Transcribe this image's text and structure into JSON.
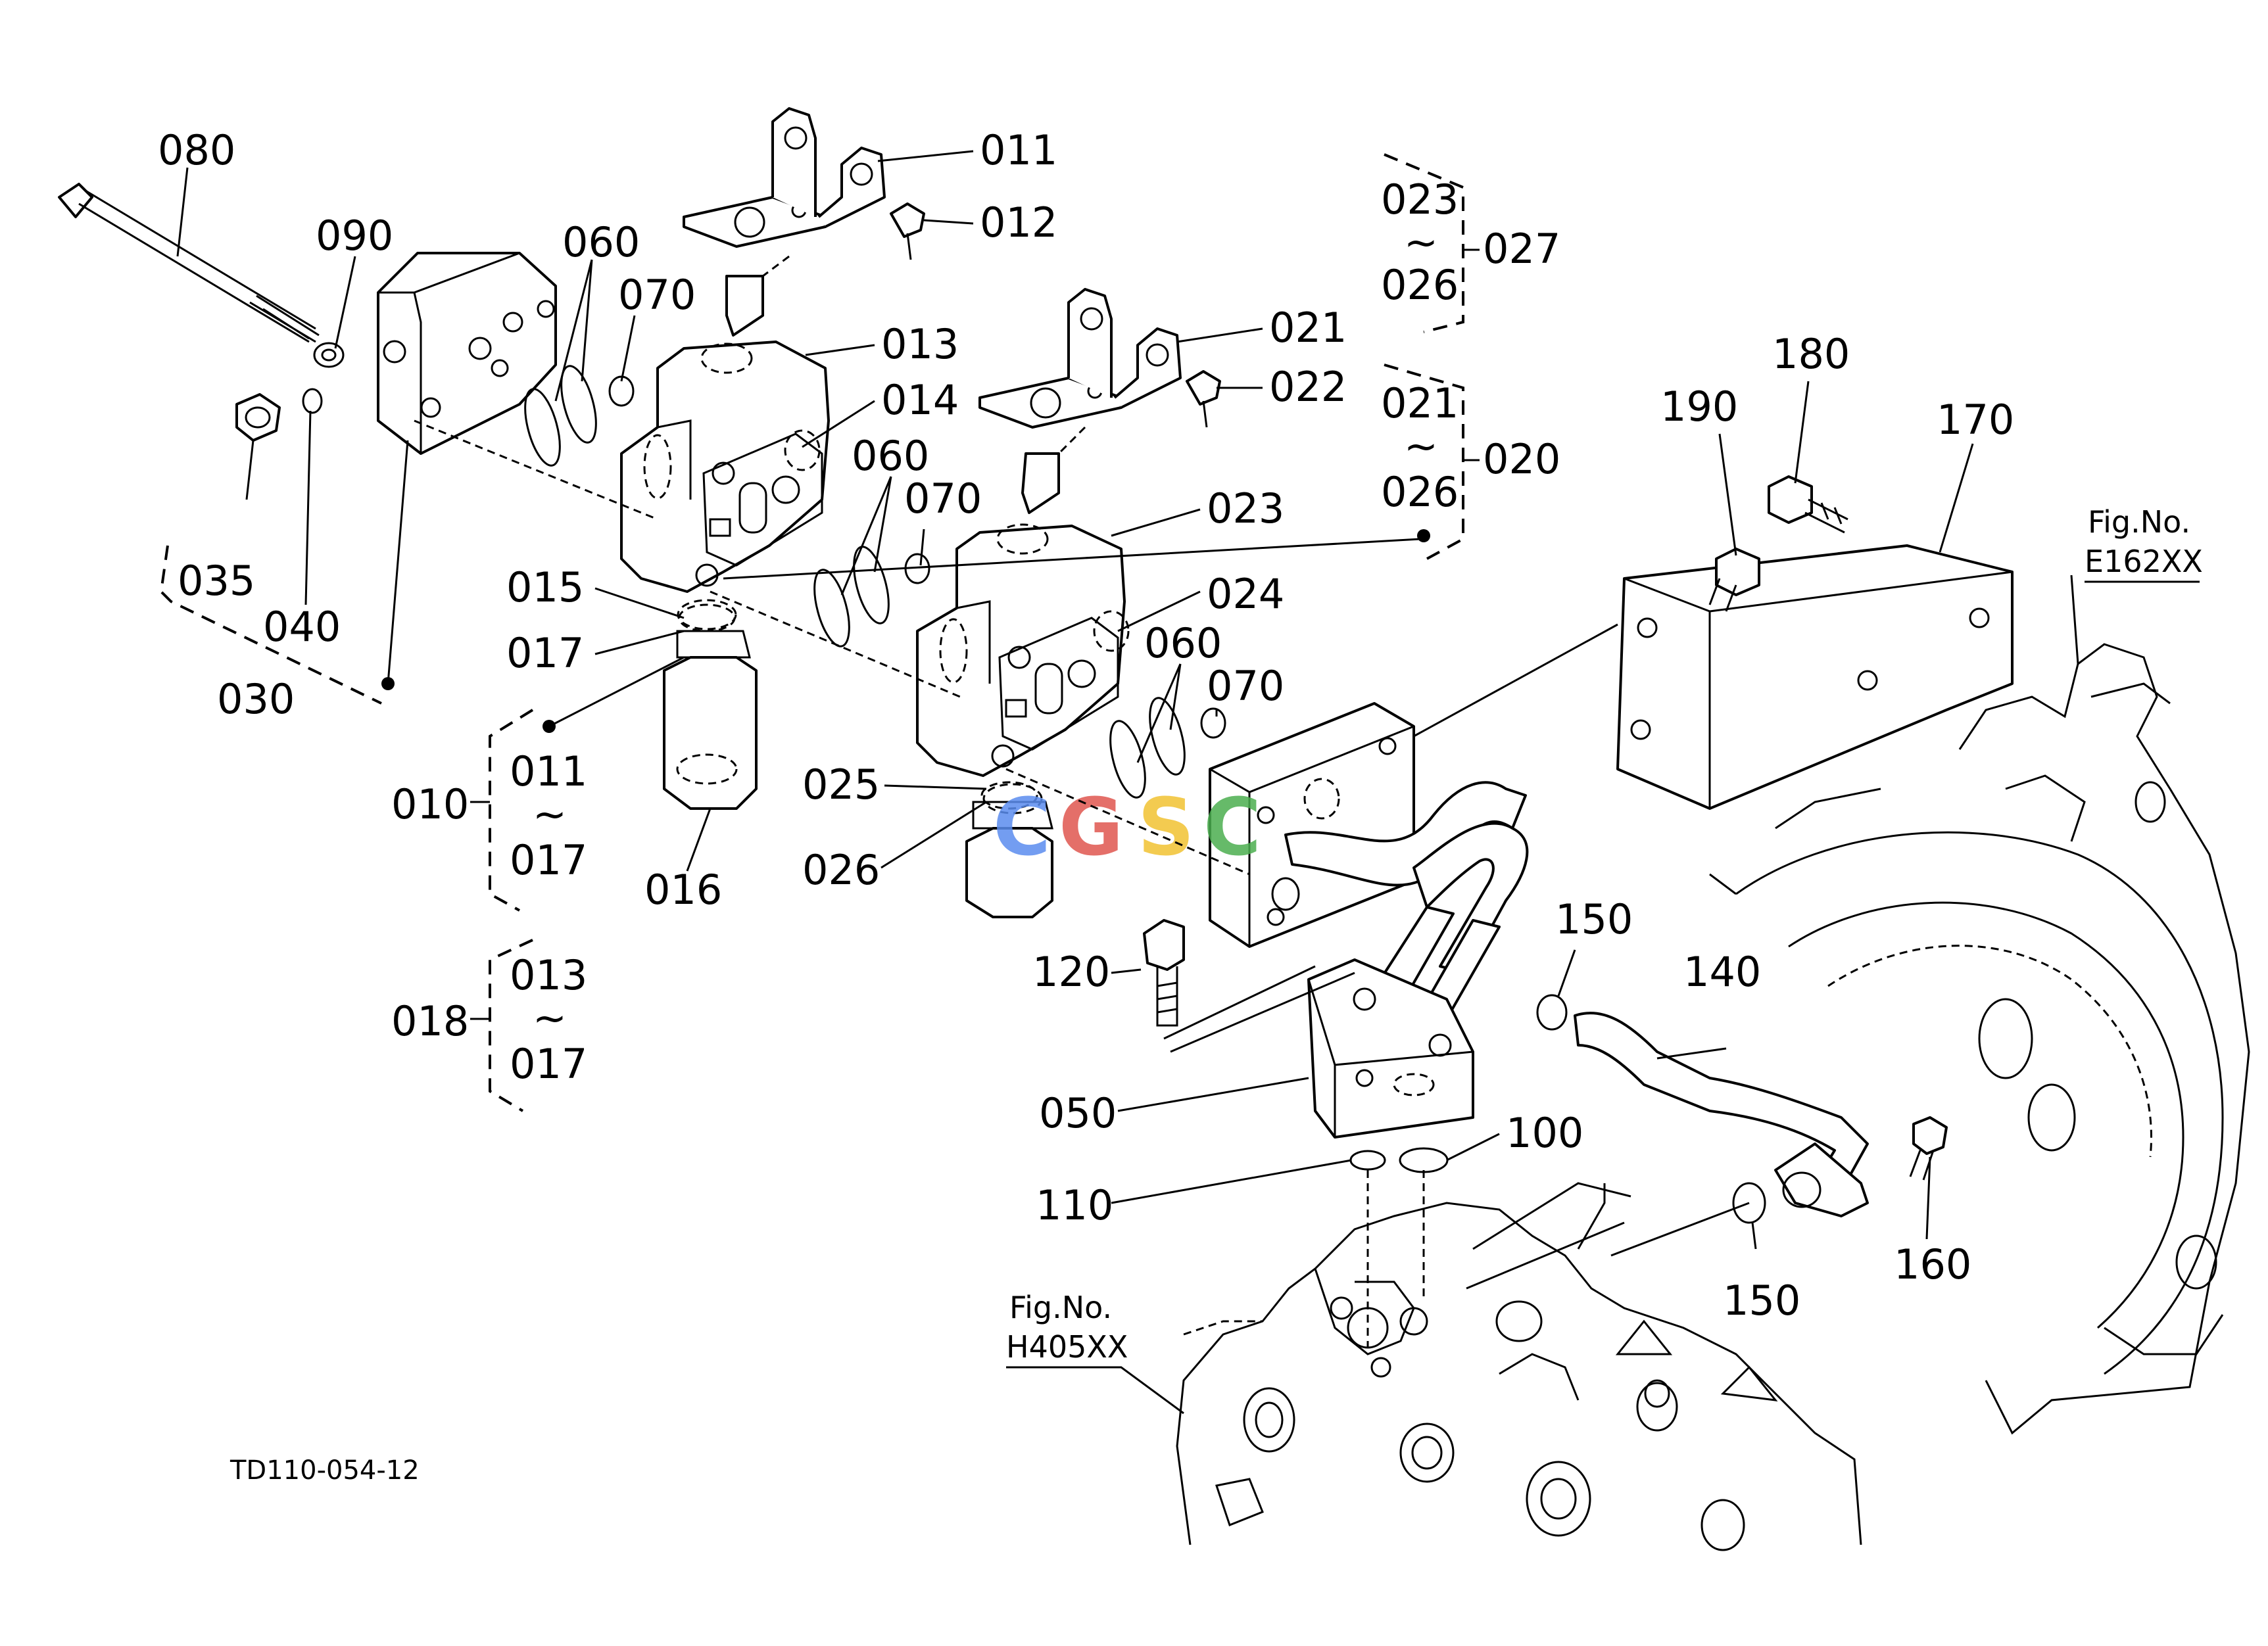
{
  "labels": {
    "p080": "080",
    "p090": "090",
    "p060a": "060",
    "p070a": "070",
    "p011": "011",
    "p012": "012",
    "p013": "013",
    "p014": "014",
    "p060b": "060",
    "p070b": "070",
    "p015": "015",
    "p017": "017",
    "p035": "035",
    "p040": "040",
    "p030": "030",
    "p016": "016",
    "p021": "021",
    "p022": "022",
    "p023": "023",
    "p024": "024",
    "p060c": "060",
    "p070c": "070",
    "p025": "025",
    "p026": "026",
    "p120": "120",
    "p050": "050",
    "p110": "110",
    "p100": "100",
    "p150a": "150",
    "p150b": "150",
    "p140": "140",
    "p160": "160",
    "p170": "170",
    "p180": "180",
    "p190": "190"
  },
  "groups": {
    "g027": {
      "top": "023",
      "tilde": "~",
      "bottom": "026",
      "ref": "027"
    },
    "g020": {
      "top": "021",
      "tilde": "~",
      "bottom": "026",
      "ref": "020"
    },
    "g010": {
      "top": "011",
      "tilde": "~",
      "bottom": "017",
      "ref": "010"
    },
    "g018": {
      "top": "013",
      "tilde": "~",
      "bottom": "017",
      "ref": "018"
    }
  },
  "fig_refs": {
    "e162": {
      "line1": "Fig.No.",
      "line2": "E162XX"
    },
    "h405": {
      "line1": "Fig.No.",
      "line2": "H405XX"
    }
  },
  "drawing_code": "TD110-054-12",
  "watermark": {
    "letters": [
      "C",
      "G",
      "S",
      "C"
    ],
    "colors": [
      "#5b8def",
      "#e0574f",
      "#f1c232",
      "#4caf50"
    ]
  }
}
